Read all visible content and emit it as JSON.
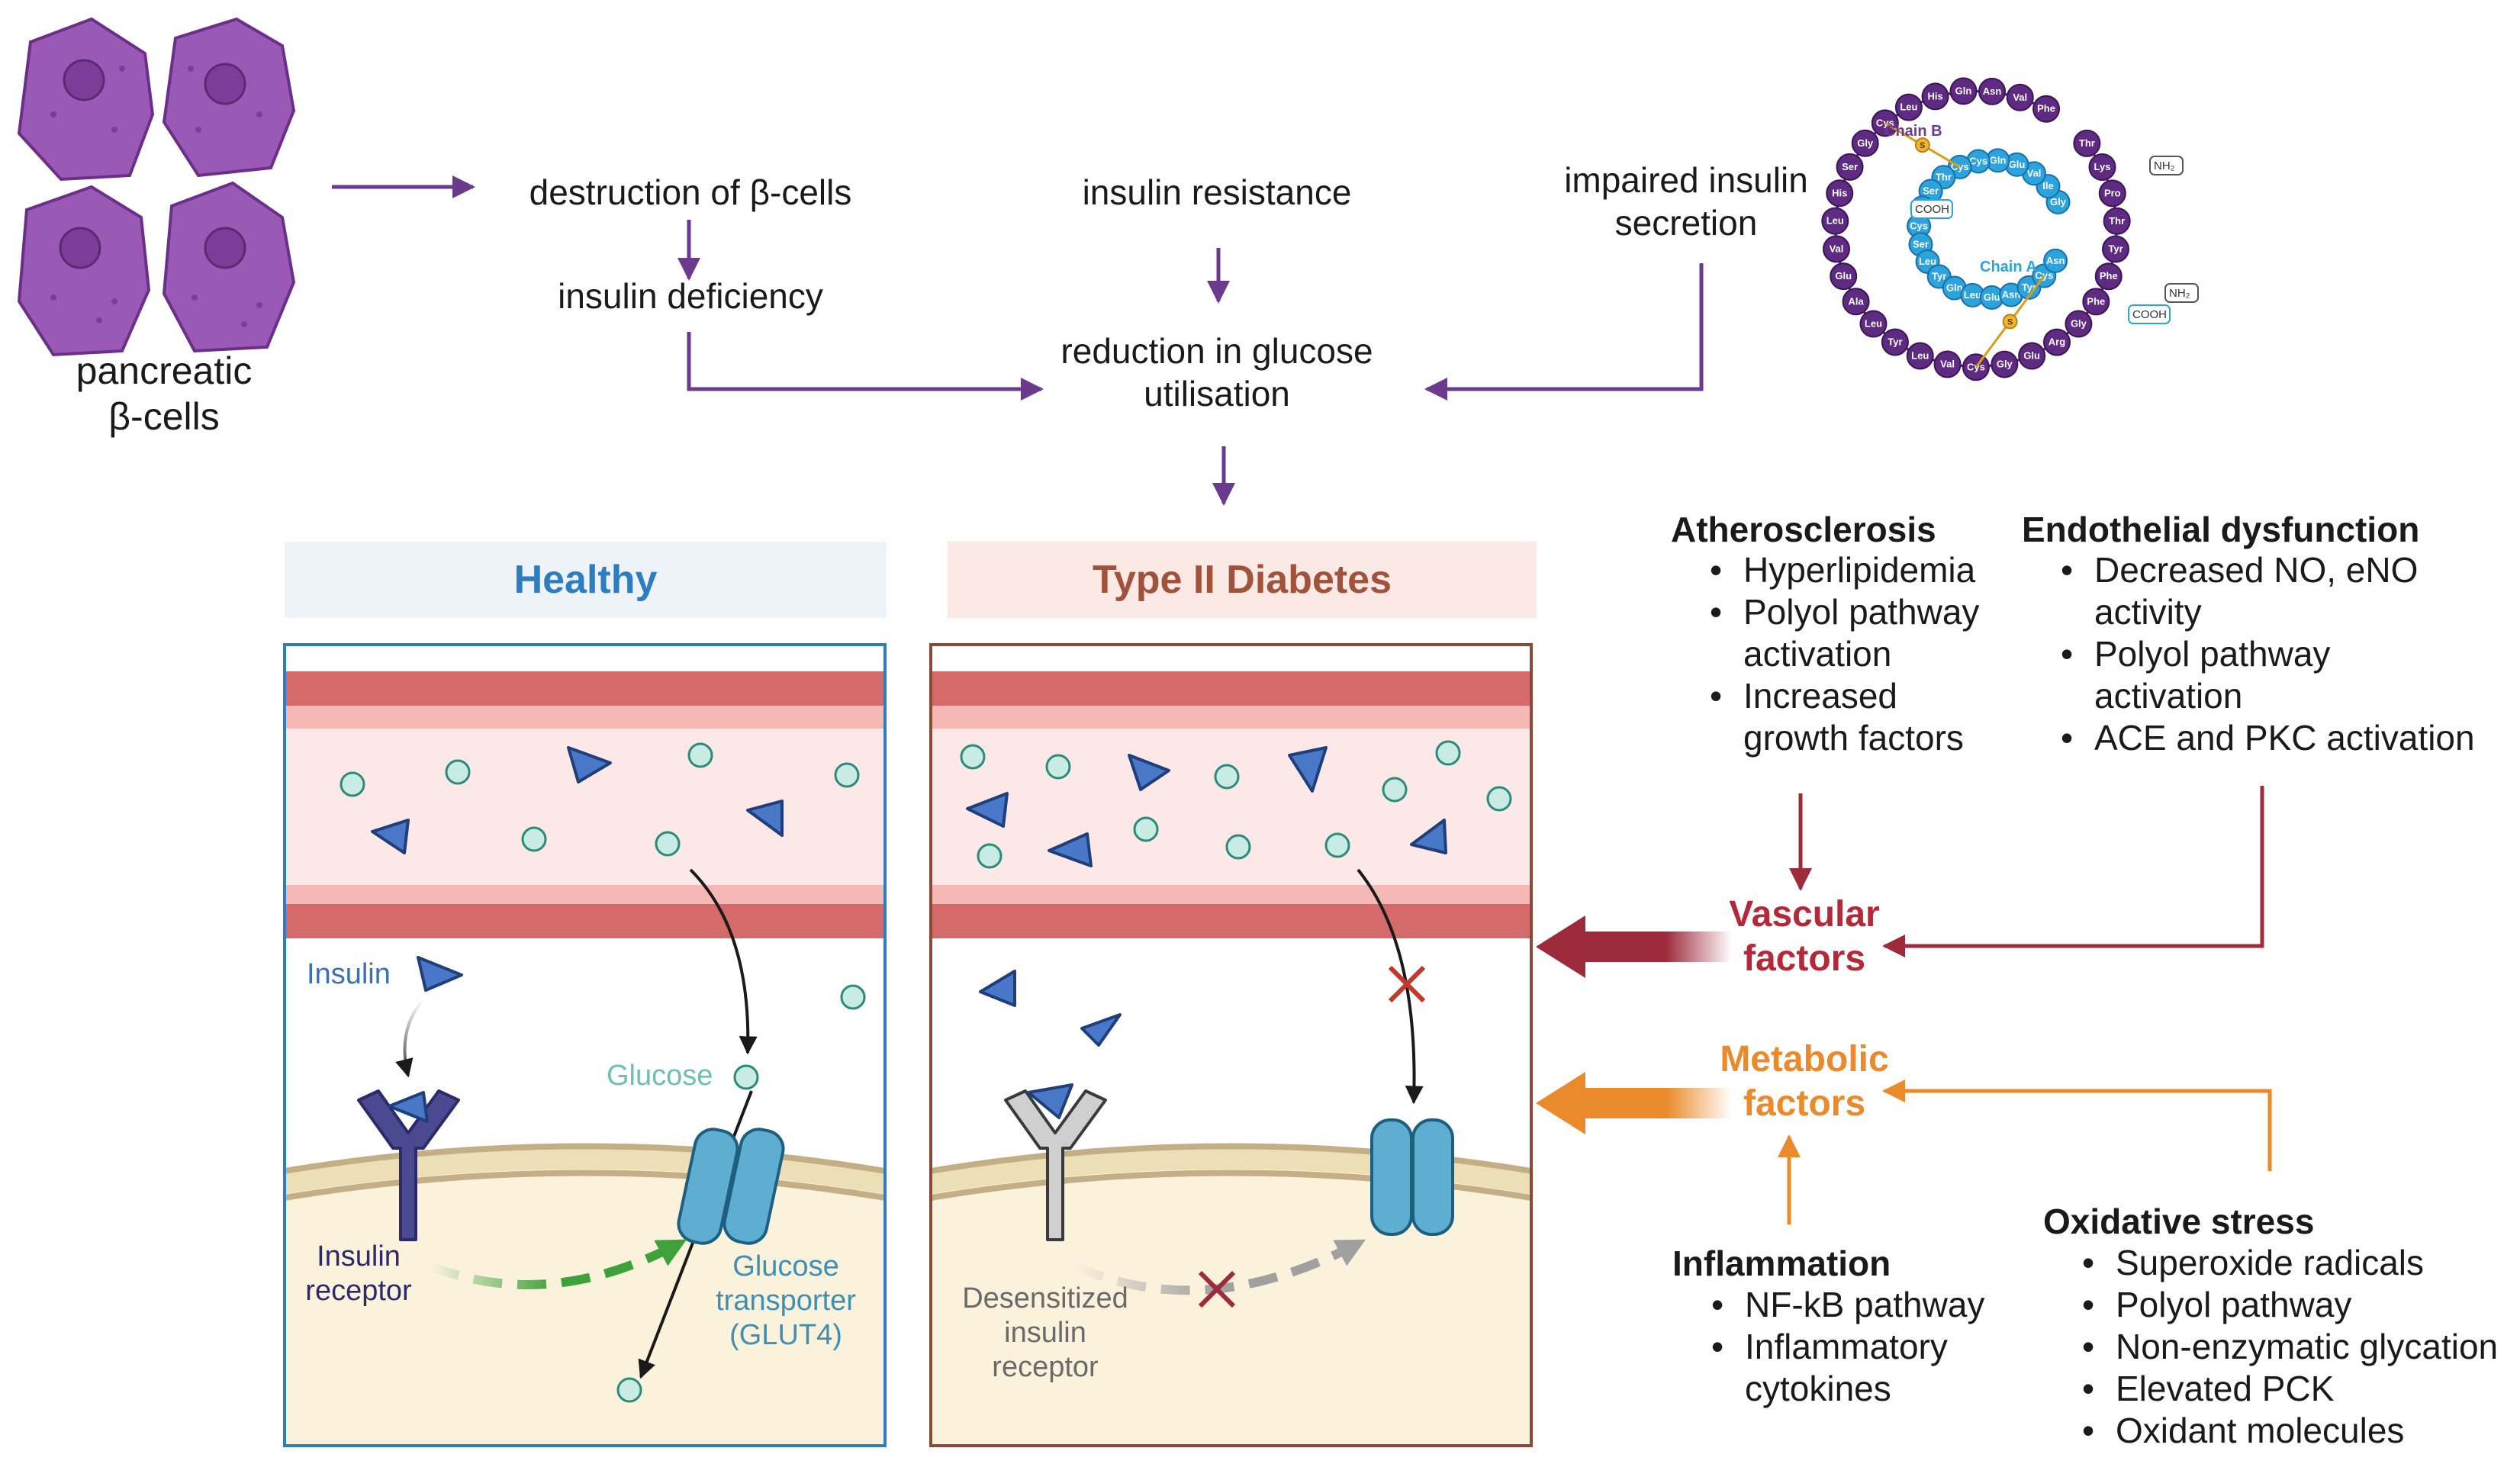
{
  "flow": {
    "pancreatic": [
      "pancreatic",
      "β-cells"
    ],
    "destruction": "destruction of β-cells",
    "deficiency": "insulin deficiency",
    "resistance": "insulin resistance",
    "impaired": [
      "impaired insulin",
      "secretion"
    ],
    "reduction": [
      "reduction in glucose",
      "utilisation"
    ]
  },
  "insulin_structure": {
    "chain_b_label": "Chain B",
    "chain_a_label": "Chain A",
    "cooh": "COOH",
    "nh2": "NH₂",
    "s": "S",
    "chain_b": [
      "Phe",
      "Val",
      "Asn",
      "Gln",
      "His",
      "Leu",
      "Cys",
      "Gly",
      "Ser",
      "His",
      "Leu",
      "Val",
      "Glu",
      "Ala",
      "Leu",
      "Tyr",
      "Leu",
      "Val",
      "Cys",
      "Gly",
      "Glu",
      "Arg",
      "Gly",
      "Phe",
      "Phe",
      "Tyr",
      "Thr",
      "Pro",
      "Lys",
      "Thr"
    ],
    "chain_a": [
      "Gly",
      "Ile",
      "Val",
      "Glu",
      "Gln",
      "Cys",
      "Cys",
      "Thr",
      "Ser",
      "Ile",
      "Cys",
      "Ser",
      "Leu",
      "Tyr",
      "Gln",
      "Leu",
      "Glu",
      "Asn",
      "Tyr",
      "Cys",
      "Asn"
    ]
  },
  "panels": {
    "healthy": {
      "title": "Healthy",
      "insulin": "Insulin",
      "glucose": "Glucose",
      "receptor": [
        "Insulin",
        "receptor"
      ],
      "transporter": [
        "Glucose",
        "transporter",
        "(GLUT4)"
      ]
    },
    "diabetes": {
      "title": "Type II Diabetes",
      "receptor": [
        "Desensitized",
        "insulin",
        "receptor"
      ]
    }
  },
  "factors": {
    "atherosclerosis": {
      "title": "Atherosclerosis",
      "items": [
        "Hyperlipidemia",
        "Polyol pathway",
        "activation",
        "Increased",
        "growth factors"
      ]
    },
    "endothelial": {
      "title": "Endothelial dysfunction",
      "items": [
        "Decreased NO, eNO",
        "activity",
        "Polyol pathway",
        "activation",
        "ACE and PKC activation"
      ]
    },
    "vascular": [
      "Vascular",
      "factors"
    ],
    "metabolic": [
      "Metabolic",
      "factors"
    ],
    "inflammation": {
      "title": "Inflammation",
      "items": [
        "NF-kB pathway",
        "Inflammatory",
        "cytokines"
      ]
    },
    "oxidative": {
      "title": "Oxidative stress",
      "items": [
        "Superoxide radicals",
        "Polyol pathway",
        "Non-enzymatic glycation",
        "Elevated PCK",
        "Oxidant molecules"
      ]
    }
  },
  "colors": {
    "purple": "#6b3a8c",
    "healthy_blue": "#2d7dc0",
    "diabetes_brown": "#a0523a",
    "vascular_red": "#b5283a",
    "metabolic_orange": "#ea8a2a"
  }
}
